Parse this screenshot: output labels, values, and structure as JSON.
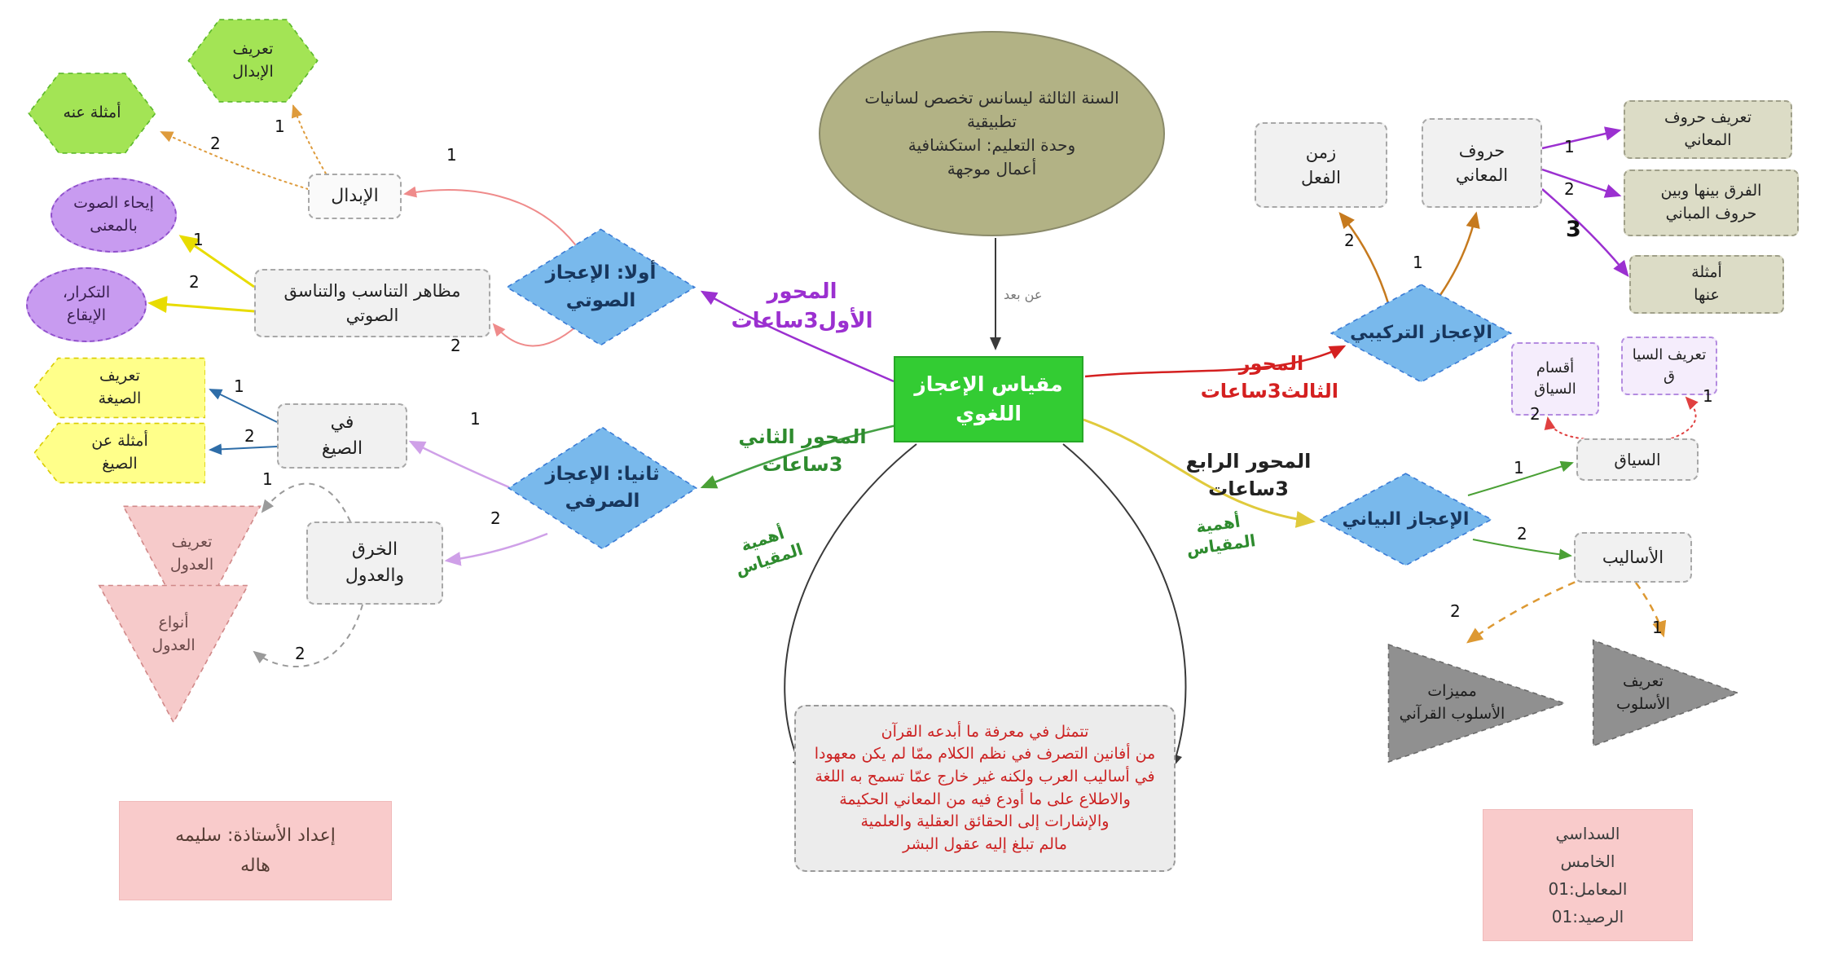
{
  "title_ellipse": "السنة الثالثة ليسانس تخصص لسانيات\nتطبيقية\nوحدة التعليم: استكشافية\nأعمال موجهة",
  "via_label": "عن بعد",
  "center": "مقياس الإعجاز\nاللغوي",
  "axis1": {
    "diamond": "أولا: الإعجاز\nالصوتي",
    "hours": "المحور الأول3ساعات",
    "ibdal": "الإبدال",
    "tanasub": "مظاهر التناسب والتناسق\nالصوتي",
    "def_ibdal": "تعريف\nالإبدال",
    "examples_ibdal": "أمثلة عنه",
    "iihaa": "إيحاء الصوت\nبالمعنى",
    "tikrar": "التكرار،\nالإيقاع"
  },
  "axis2": {
    "diamond": "ثانيا: الإعجاز\nالصرفي",
    "hours": "المحور الثاني\n3ساعات",
    "siyagh": "في\nالصيغ",
    "kharq": "الخرق\nوالعدول",
    "def_sigha": "تعريف\nالصيغة",
    "ex_siyagh": "أمثلة عن\nالصيغ",
    "def_udul": "تعريف\nالعدول",
    "anwa_udul": "أنواع\nالعدول"
  },
  "axis3": {
    "diamond": "الإعجاز التركيبي",
    "hours": "المحور\nالثالث3ساعات",
    "zaman": "زمن\nالفعل",
    "huruf": "حروف\nالمعاني",
    "def_huruf": "تعريف حروف\nالمعاني",
    "farq": "الفرق بينها وبين\nحروف المباني",
    "amthila": "أمثلة\nعنها"
  },
  "axis4": {
    "diamond": "الإعجاز البياني",
    "hours": "المحور الرابع\n3ساعات",
    "siyaq": "السياق",
    "asalib": "الأساليب",
    "aqsam_siyaq": "أقسام\nالسياق",
    "def_siyaq": "تعريف السيا\nق",
    "mumayyizat": "مميزات\nالأسلوب القرآني",
    "def_uslub": "تعريف\nالأسلوب"
  },
  "importance": {
    "label": "أهمية\nالمقياس",
    "text": "تتمثل في معرفة ما أبدعه القرآن\nمن أفانين التصرف في نظم الكلام ممّا لم يكن معهودا\nفي أساليب العرب ولكنه غير خارج عمّا تسمح به اللغة\nوالاطلاع على ما أودع فيه من المعاني الحكيمة\nوالإشارات إلى الحقائق العقلية والعلمية\nمالم تبلغ إليه عقول البشر"
  },
  "footer_left": "إعداد الأستاذة: سليمه\nهاله",
  "footer_right": "السداسي\nالخامس\nالمعامل:01\nالرصيد:01",
  "edge_numbers": {
    "a1_ibdal": "1",
    "a1_tanasub": "2",
    "a1_def": "1",
    "a1_ex": "2",
    "a1_iihaa": "1",
    "a1_tikrar": "2",
    "a2_siyagh": "1",
    "a2_kharq": "2",
    "a2_def_sigha": "1",
    "a2_ex": "2",
    "a2_def_udul": "1",
    "a2_anwa": "2",
    "a3_huruf": "1",
    "a3_zaman": "2",
    "a3_def": "1",
    "a3_farq": "2",
    "a3_amthila": "3",
    "a4_siyaq": "1",
    "a4_asalib": "2",
    "a4_aqsam": "2",
    "a4_def_siyaq": "1",
    "a4_mumayyizat": "2",
    "a4_def_uslub": "1"
  },
  "colors": {
    "center_green": "#33cc33",
    "diamond_blue": "#79b9ec",
    "axis1_label": "#9b30d0",
    "axis2_label": "#2e8b2e",
    "axis3_label": "#d42020",
    "axis4_label": "#222222",
    "importance_green": "#2e8b2e",
    "description_red": "#cc2222"
  }
}
